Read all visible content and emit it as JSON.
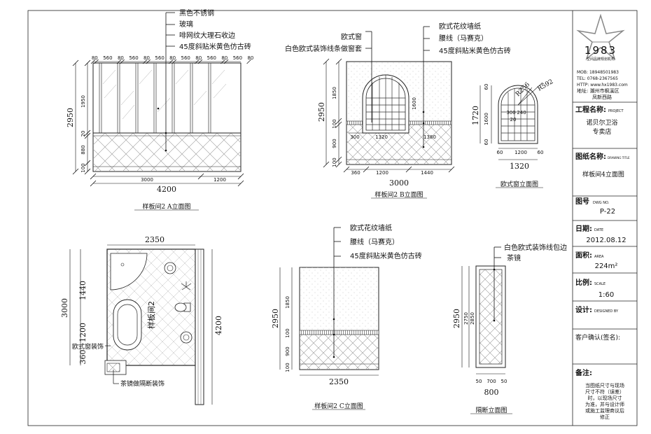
{
  "elevation_a": {
    "callouts": [
      "黑色不锈钢",
      "玻璃",
      "啡网纹大理石收边",
      "45度斜贴米黄色仿古砖"
    ],
    "top_dims": [
      "80",
      "560",
      "80",
      "560",
      "80",
      "560",
      "80",
      "560",
      "80",
      "560",
      "80",
      "560",
      "80"
    ],
    "heights": [
      "1950",
      "20",
      "880",
      "100"
    ],
    "total_height": "2950",
    "bottom_dims": [
      "3000",
      "1200"
    ],
    "total_width": "4200",
    "caption": "样板间2 A立面图"
  },
  "elevation_b": {
    "callouts_left": [
      "欧式窗",
      "白色欧式装饰线条做窗套"
    ],
    "callouts_right": [
      "欧式花纹墙纸",
      "腰线（马赛克）",
      "45度斜贴米黄色仿古砖"
    ],
    "heights": [
      "1850",
      "100",
      "900",
      "100"
    ],
    "total_height": "2950",
    "window_height": "1600",
    "window_dims": [
      "300",
      "1320",
      "1380"
    ],
    "bottom_dims": [
      "360",
      "1200",
      "1440"
    ],
    "total_width": "3000",
    "caption": "样板间2 B立面图"
  },
  "window_detail": {
    "radii": [
      "R256",
      "R592"
    ],
    "heights": [
      "60",
      "1600",
      "60"
    ],
    "total_height": "1720",
    "inner_dims": [
      "300",
      "240",
      "20"
    ],
    "bottom_dims": [
      "60",
      "1200",
      "60"
    ],
    "total_width": "1320",
    "caption": "欧式窗立面图"
  },
  "plan": {
    "top_width": "2350",
    "left_dims": [
      "1440",
      "1200",
      "360"
    ],
    "left_total": "3000",
    "right_total": "4200",
    "room_label": "样板间2",
    "callouts": [
      "欧式窗装饰",
      "茶镜做隔断装饰"
    ]
  },
  "elevation_c": {
    "callouts": [
      "欧式花纹墙纸",
      "腰线（马赛克）",
      "45度斜贴米黄色仿古砖"
    ],
    "heights": [
      "1850",
      "100",
      "900",
      "100"
    ],
    "total_height": "2950",
    "total_width": "2350",
    "caption": "样板间2 C立面图"
  },
  "partition": {
    "callouts": [
      "白色欧式装饰线包边",
      "茶镜"
    ],
    "heights": [
      "2850",
      "2750"
    ],
    "total_height": "2950",
    "bottom_dims": [
      "50",
      "700",
      "50"
    ],
    "total_width": "800",
    "caption": "隔断立面图"
  },
  "title_block": {
    "logo_text": "1983",
    "logo_sub": "空间品牌规划机构",
    "contact": [
      "MOB: 18948501983",
      "TEL: 0768-2367565",
      "HTTP: www.hx1983.com",
      "地址: 潮州市枫溪区",
      "凤新西路"
    ],
    "project_label": "工程名称:",
    "project_label_en": "PROJECT",
    "project_value_1": "诺贝尔卫浴",
    "project_value_2": "专卖店",
    "drawing_label": "图纸名称:",
    "drawing_label_en": "DRAWING TITLE",
    "drawing_value": "样板间4立面图",
    "no_label": "图号",
    "no_label_en": "DWG NO.",
    "no_value": "P-22",
    "date_label": "日期:",
    "date_label_en": "DATE",
    "date_value": "2012.08.12",
    "area_label": "面积:",
    "area_label_en": "AREA",
    "area_value": "224m²",
    "scale_label": "比例:",
    "scale_label_en": "SCALE",
    "scale_value": "1:60",
    "design_label": "设计:",
    "design_label_en": "DESIGNED BY",
    "client_label": "客户确认(签名):",
    "notes_label": "备注:",
    "notes": [
      "当图纸尺寸与现场",
      "尺寸不符（误差）",
      "时，以现场尺寸",
      "为准，并与设计师",
      "或施工监理商议后",
      "修正"
    ]
  }
}
